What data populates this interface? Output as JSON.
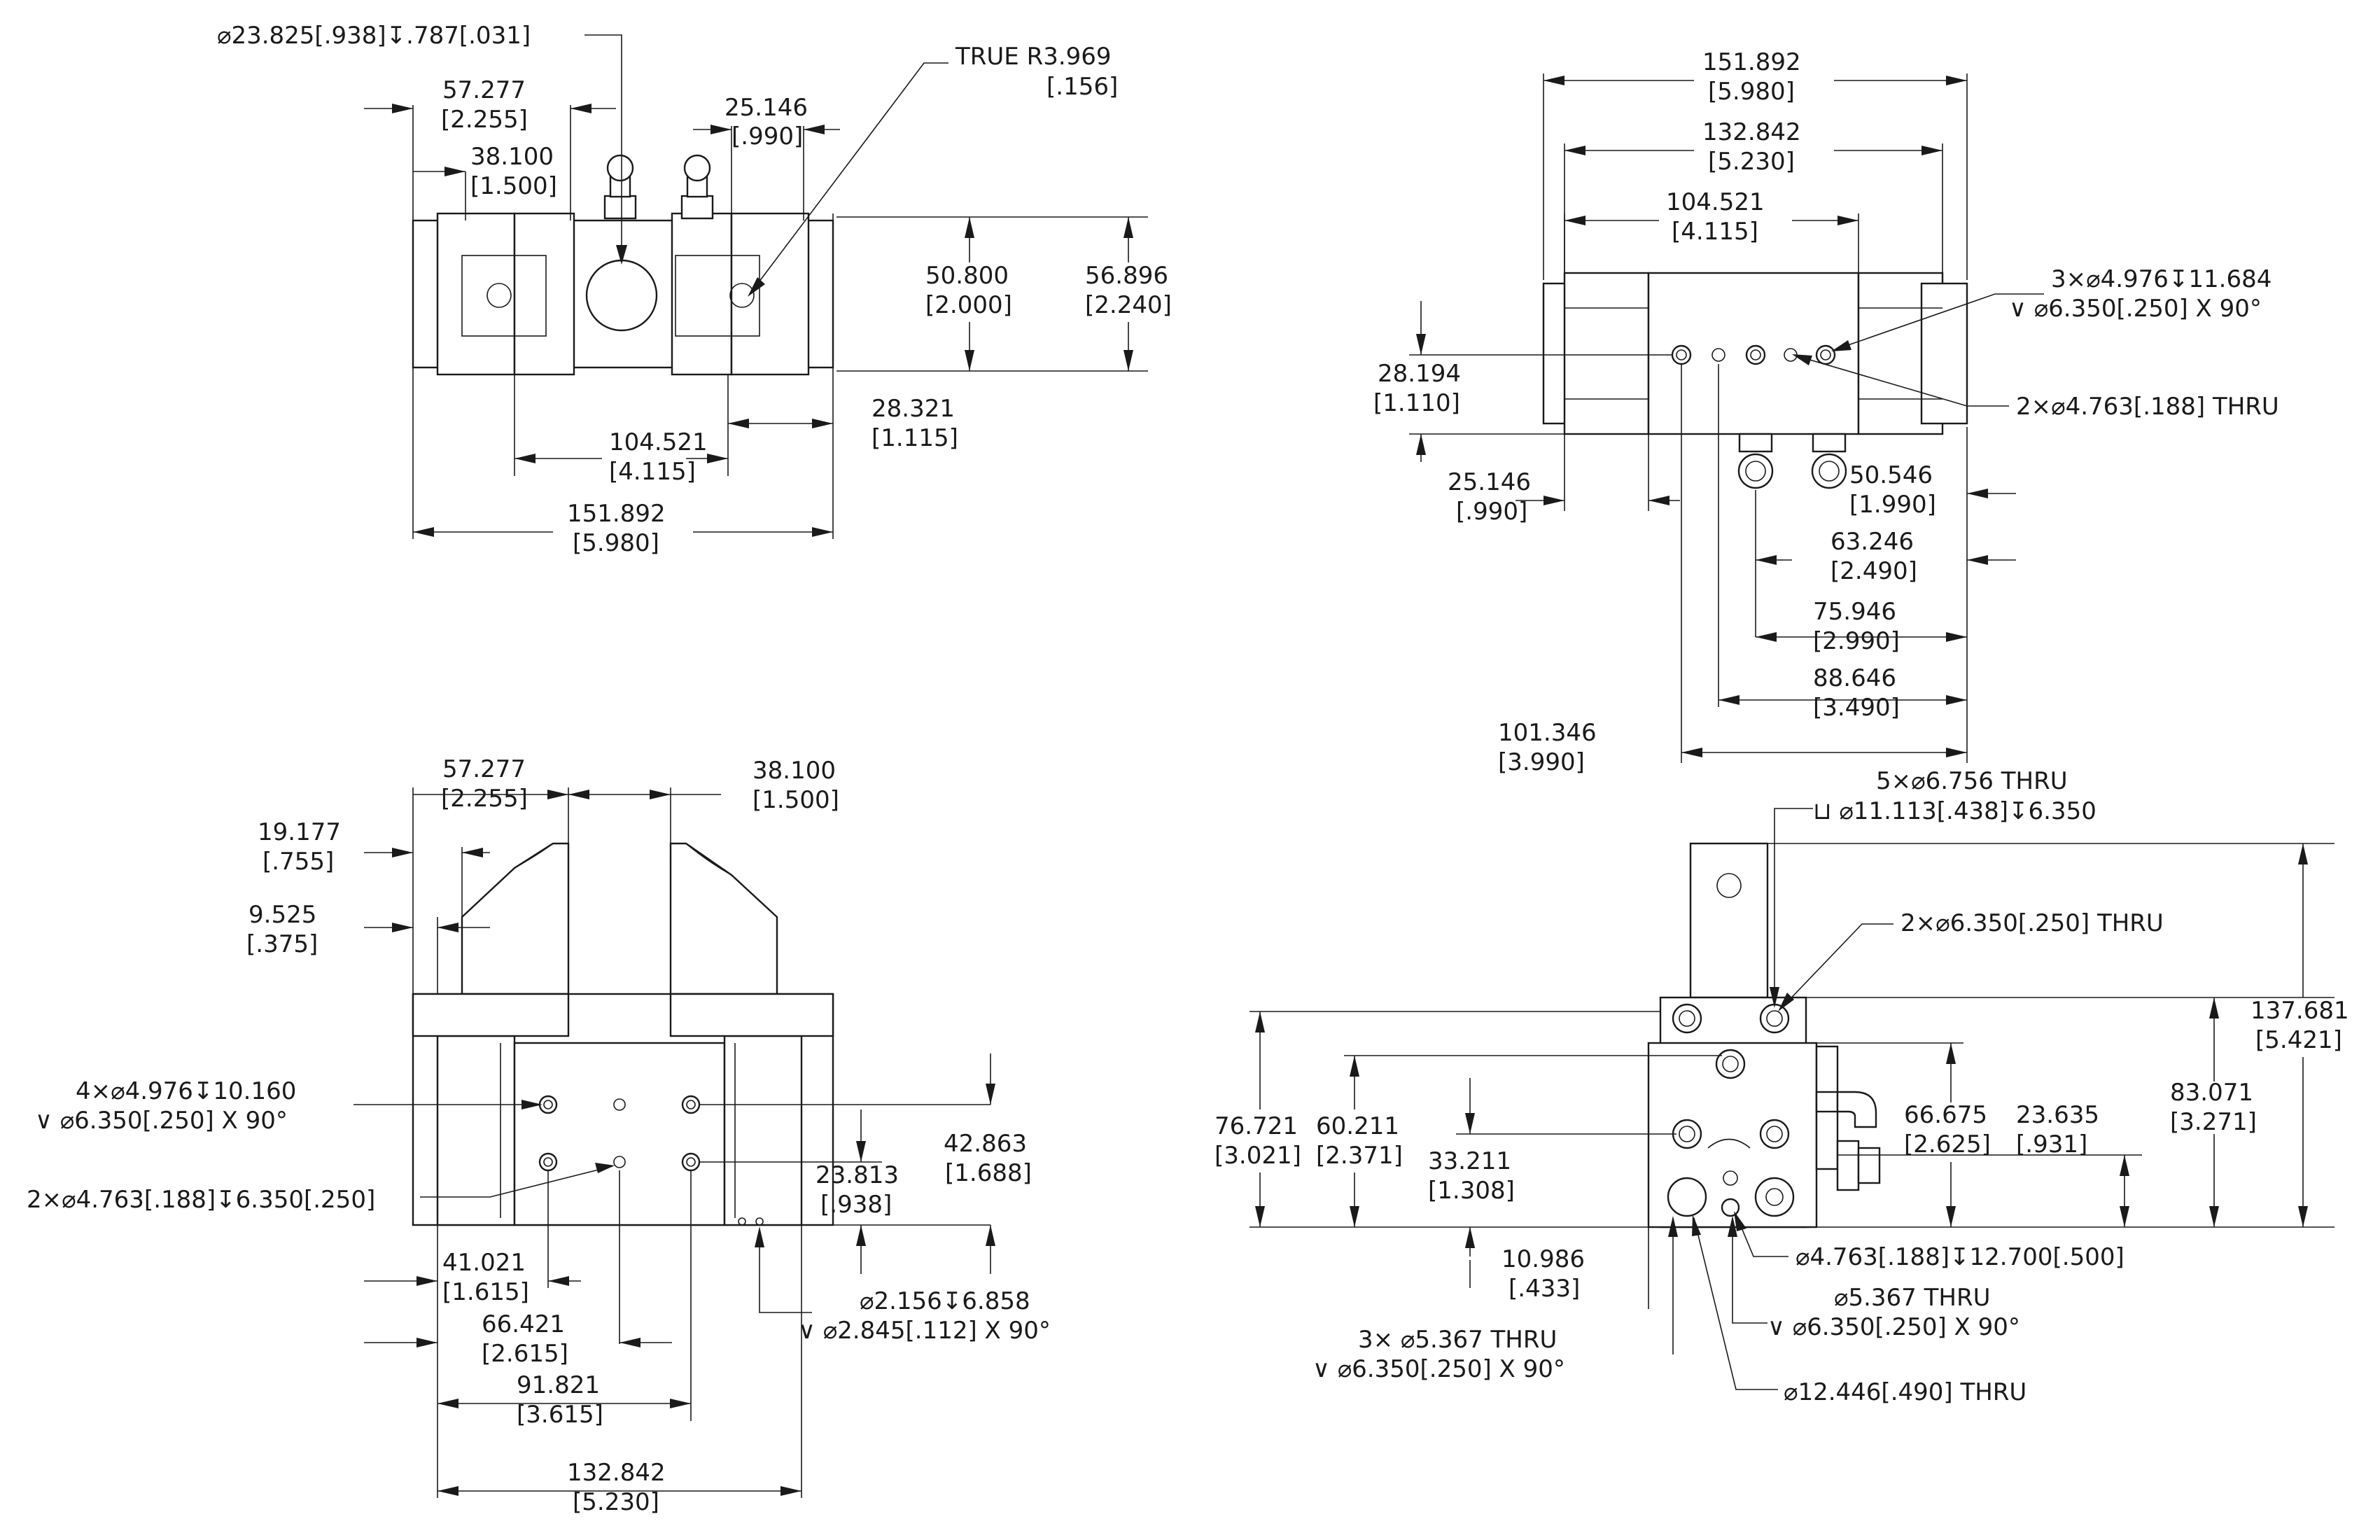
{
  "view_top_left": {
    "note_counterbore": "⌀23.825[.938]↧.787[.031]",
    "d1": "57.277",
    "d1_in": "[2.255]",
    "d2": "38.100",
    "d2_in": "[1.500]",
    "d3": "25.146",
    "d3_in": "[.990]",
    "note_radius": "TRUE R3.969",
    "note_radius_in": "[.156]",
    "d4": "50.800",
    "d4_in": "[2.000]",
    "d5": "56.896",
    "d5_in": "[2.240]",
    "d6": "28.321",
    "d6_in": "[1.115]",
    "d7": "104.521",
    "d7_in": "[4.115]",
    "d8": "151.892",
    "d8_in": "[5.980]"
  },
  "view_top_right": {
    "d1": "151.892",
    "d1_in": "[5.980]",
    "d2": "132.842",
    "d2_in": "[5.230]",
    "d3": "104.521",
    "d3_in": "[4.115]",
    "note1": "3×⌀4.976↧11.684",
    "note1b": "∨ ⌀6.350[.250] X 90°",
    "note2": "2×⌀4.763[.188] THRU",
    "d4": "28.194",
    "d4_in": "[1.110]",
    "d5": "25.146",
    "d5_in": "[.990]",
    "d6": "50.546",
    "d6_in": "[1.990]",
    "d7": "63.246",
    "d7_in": "[2.490]",
    "d8": "75.946",
    "d8_in": "[2.990]",
    "d9": "88.646",
    "d9_in": "[3.490]",
    "d10": "101.346",
    "d10_in": "[3.990]"
  },
  "view_bottom_left": {
    "d1": "57.277",
    "d1_in": "[2.255]",
    "d2": "38.100",
    "d2_in": "[1.500]",
    "d3": "19.177",
    "d3_in": "[.755]",
    "d4": "9.525",
    "d4_in": "[.375]",
    "note1": "4×⌀4.976↧10.160",
    "note1b": "∨ ⌀6.350[.250] X 90°",
    "note2": "2×⌀4.763[.188]↧6.350[.250]",
    "d5": "42.863",
    "d5_in": "[1.688]",
    "d6": "23.813",
    "d6_in": "[.938]",
    "note3": "⌀2.156↧6.858",
    "note3b": "∨ ⌀2.845[.112] X 90°",
    "d7": "41.021",
    "d7_in": "[1.615]",
    "d8": "66.421",
    "d8_in": "[2.615]",
    "d9": "91.821",
    "d9_in": "[3.615]",
    "d10": "132.842",
    "d10_in": "[5.230]"
  },
  "view_bottom_right": {
    "note1": "5×⌀6.756 THRU",
    "note1b": "⊔ ⌀11.113[.438]↧6.350",
    "note2": "2×⌀6.350[.250] THRU",
    "d1": "137.681",
    "d1_in": "[5.421]",
    "d2": "83.071",
    "d2_in": "[3.271]",
    "d3": "76.721",
    "d3_in": "[3.021]",
    "d4": "60.211",
    "d4_in": "[2.371]",
    "d5": "33.211",
    "d5_in": "[1.308]",
    "d6": "66.675",
    "d6_in": "[2.625]",
    "d7": "23.635",
    "d7_in": "[.931]",
    "d8": "10.986",
    "d8_in": "[.433]",
    "note3": "⌀4.763[.188]↧12.700[.500]",
    "note4": "⌀5.367 THRU",
    "note4b": "∨ ⌀6.350[.250] X 90°",
    "note5": "3× ⌀5.367 THRU",
    "note5b": "∨ ⌀6.350[.250] X 90°",
    "note6": "⌀12.446[.490] THRU"
  }
}
